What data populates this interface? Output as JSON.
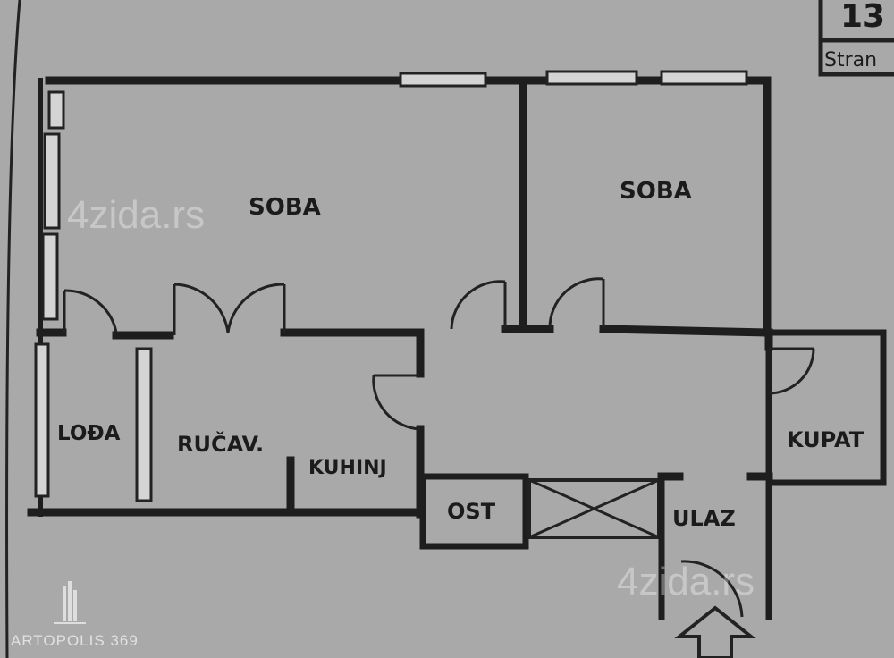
{
  "page_corner": {
    "number": "13",
    "label": "Stran"
  },
  "rooms": [
    {
      "id": "soba-1",
      "label": "SOBA"
    },
    {
      "id": "soba-2",
      "label": "SOBA"
    },
    {
      "id": "loda",
      "label": "LOĐA"
    },
    {
      "id": "rucav",
      "label": "RUČAV."
    },
    {
      "id": "kuhinj",
      "label": "KUHINJ"
    },
    {
      "id": "ost",
      "label": "OST"
    },
    {
      "id": "ulaz",
      "label": "ULAZ"
    },
    {
      "id": "kupat",
      "label": "KUPAT"
    }
  ],
  "watermarks": {
    "site": "4zida.rs",
    "brand": "ARTOPOLIS 369"
  },
  "colors": {
    "background": "#a9a9a9",
    "walls": "#1e1e1e"
  }
}
